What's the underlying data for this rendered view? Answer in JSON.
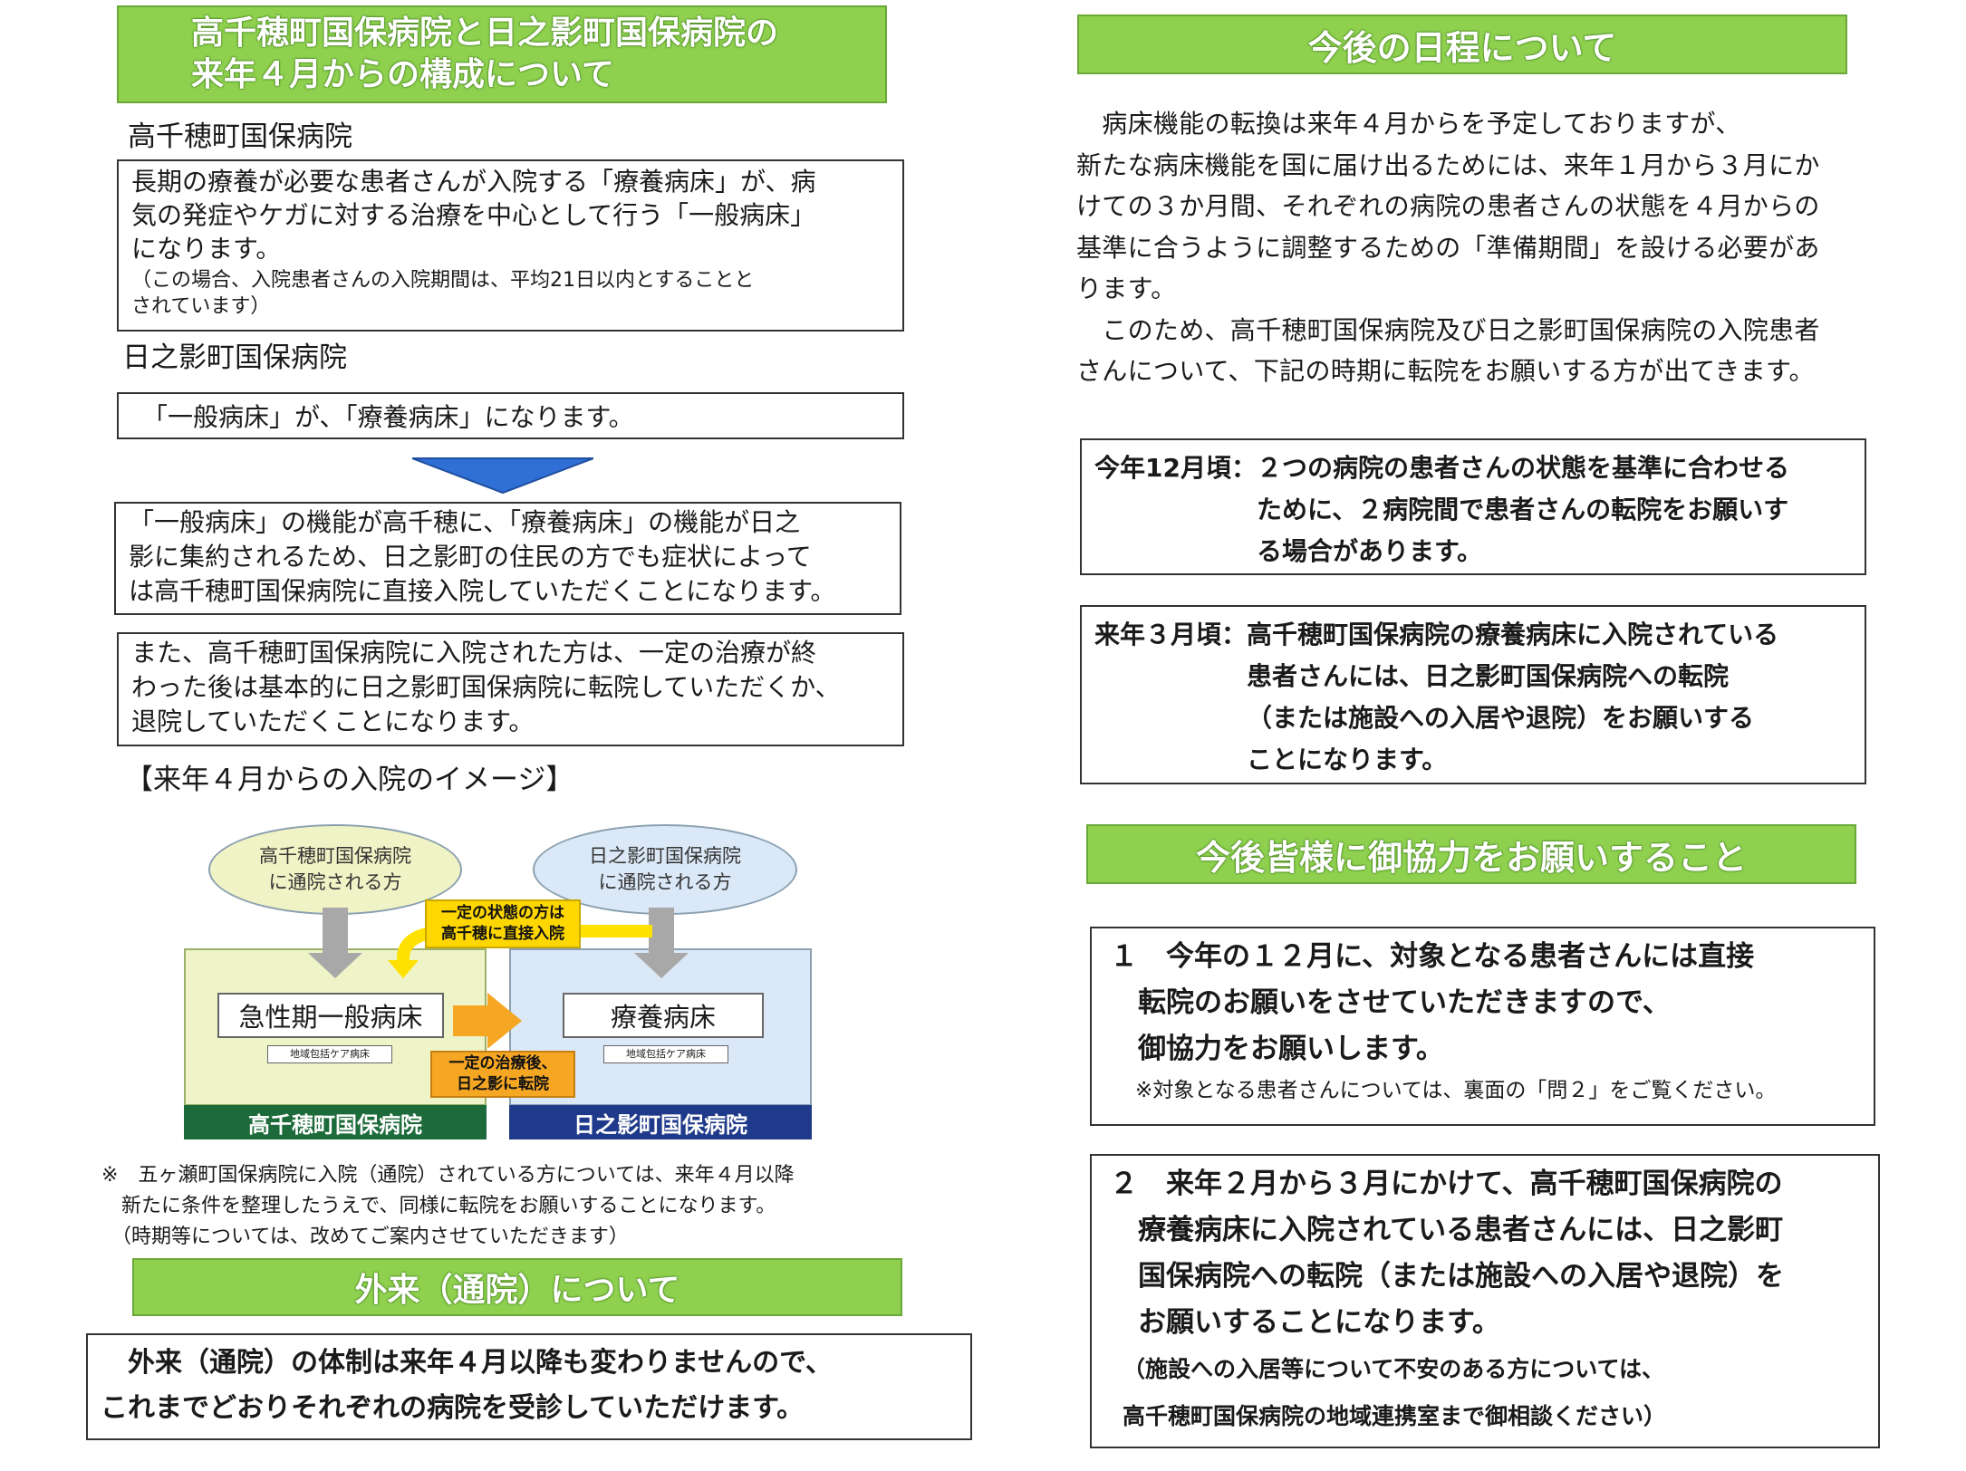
{
  "left": {
    "title_line1": "高千穂町国保病院と日之影町国保病院の",
    "title_line2": "来年４月からの構成について",
    "takachiho": {
      "heading": "高千穂町国保病院",
      "text": "長期の療養が必要な患者さんが入院する「療養病床」が、病\n気の発症やケガに対する治療を中心として行う「一般病床」\nになります。",
      "note": "（この場合、入院患者さんの入院期間は、平均21日以内とすることと\nされています）"
    },
    "hinokage": {
      "heading": "日之影町国保病院",
      "text": "「一般病床」が、「療養病床」になります。"
    },
    "box3": "「一般病床」の機能が高千穂に、「療養病床」の機能が日之\n影に集約されるため、日之影町の住民の方でも症状によって\nは高千穂町国保病院に直接入院していただくことになります。",
    "box4": "また、高千穂町国保病院に入院された方は、一定の治療が終\nわった後は基本的に日之影町国保病院に転院していただくか、\n退院していただくことになります。",
    "image_heading": "【来年４月からの入院のイメージ】",
    "diagram": {
      "oval_left": "高千穂町国保病院\nに通院される方",
      "oval_right": "日之影町国保病院\nに通院される方",
      "yellow_top": "一定の状態の方は\n高千穂に直接入院",
      "acute_label": "急性期一般病床",
      "acute_sub": "地域包括ケア病床",
      "ryoyo_label": "療養病床",
      "ryoyo_sub": "地域包括ケア病床",
      "yellow_bottom": "一定の治療後、\n日之影に転院",
      "bar_left": "高千穂町国保病院",
      "bar_right": "日之影町国保病院"
    },
    "footnote": "※　五ヶ瀬町国保病院に入院（通院）されている方については、来年４月以降\n　新たに条件を整理したうえで、同様に転院をお願いすることになります。\n　（時期等については、改めてご案内させていただきます）",
    "outpatient_title": "外来（通院）について",
    "outpatient_text": "　外来（通院）の体制は来年４月以降も変わりませんので、\nこれまでどおりそれぞれの病院を受診していただけます。"
  },
  "right": {
    "schedule_title": "今後の日程について",
    "schedule_para": "　病床機能の転換は来年４月からを予定しておりますが、\n新たな病床機能を国に届け出るためには、来年１月から３月にか\nけての３か月間、それぞれの病院の患者さんの状態を４月からの\n基準に合うように調整するための「準備期間」を設ける必要があ\nります。\n　このため、高千穂町国保病院及び日之影町国保病院の入院患者\nさんについて、下記の時期に転院をお願いする方が出てきます。",
    "dec": {
      "label": "今年12月頃：",
      "text": "２つの病院の患者さんの状態を基準に合わせる\nために、２病院間で患者さんの転院をお願いす\nる場合があります。"
    },
    "mar": {
      "label": "来年３月頃：",
      "text": "高千穂町国保病院の療養病床に入院されている\n患者さんには、日之影町国保病院への転院\n（または施設への入居や退院）をお願いする\nことになります。"
    },
    "cooperation_title": "今後皆様に御協力をお願いすること",
    "item1": {
      "text": "１　今年の１２月に、対象となる患者さんには直接\n　転院のお願いをさせていただきますので、\n　御協力をお願いします。",
      "note": "※対象となる患者さんについては、裏面の「問２」をご覧ください。"
    },
    "item2": {
      "text": "２　来年２月から３月にかけて、高千穂町国保病院の\n　療養病床に入院されている患者さんには、日之影町\n　国保病院への転院（または施設への入居や退院）を\n　お願いすることになります。",
      "note": "（施設への入居等について不安のある方については、\n高千穂町国保病院の地域連携室まで御相談ください）"
    }
  }
}
